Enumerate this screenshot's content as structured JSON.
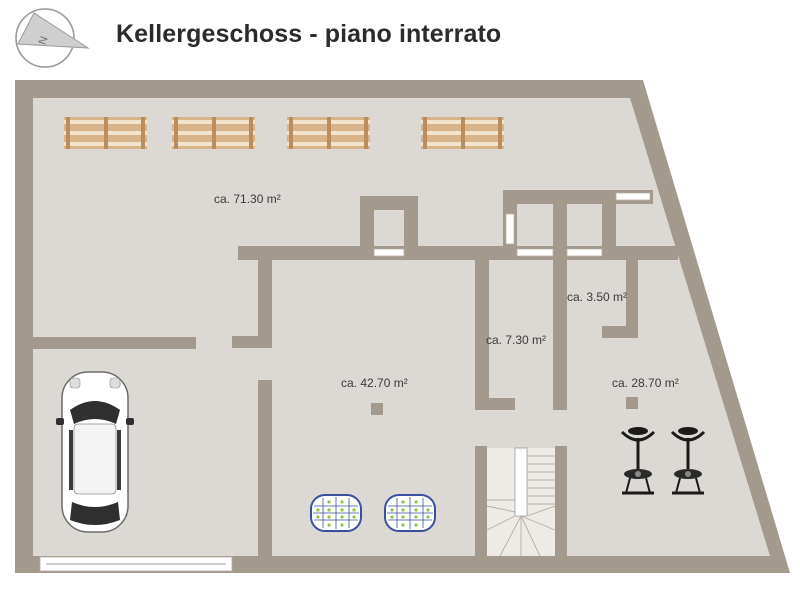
{
  "title": "Kellergeschoss - piano interrato",
  "compass": {
    "icon": "compass-north-icon",
    "letter": "N"
  },
  "rooms": [
    {
      "id": "large-storage",
      "area": "ca. 71.30 m²"
    },
    {
      "id": "central-room",
      "area": "ca. 42.70 m²"
    },
    {
      "id": "narrow-room",
      "area": "ca. 7.30 m²"
    },
    {
      "id": "small-room",
      "area": "ca. 3.50 m²"
    },
    {
      "id": "fitness-room",
      "area": "ca. 28.70 m²"
    }
  ],
  "colors": {
    "wall": "#a39a8d",
    "floor": "#dcd8d3",
    "wood": "#d9b389",
    "car_body": "#ffffff",
    "window": "#ffffff",
    "tile_outline": "#3b4fa0",
    "tile_dot": "#8cc63f"
  },
  "furniture": [
    "pallet-1",
    "pallet-2",
    "pallet-3",
    "pallet-4",
    "parked-car",
    "water-tank-1",
    "water-tank-2",
    "staircase",
    "exercise-bike-1",
    "exercise-bike-2"
  ]
}
